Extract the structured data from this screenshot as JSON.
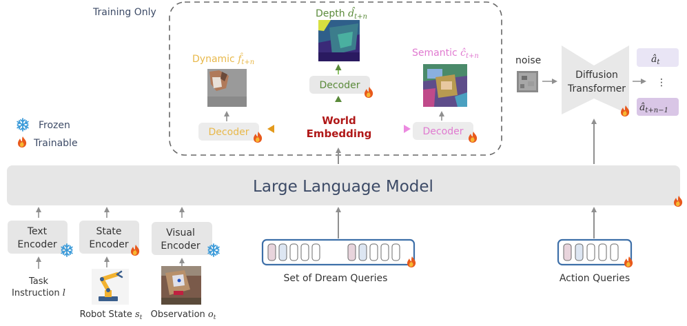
{
  "training_only_label": "Training Only",
  "legend": {
    "frozen_label": "Frozen",
    "trainable_label": "Trainable"
  },
  "depth": {
    "label_prefix": "Depth ",
    "symbol": "d̂",
    "subscript": "t+n"
  },
  "dynamic": {
    "label_prefix": "Dynamic ",
    "symbol": "f̂",
    "subscript": "t+n"
  },
  "semantic": {
    "label_prefix": "Semantic ",
    "symbol": "ĉ",
    "subscript": "t+n"
  },
  "decoder_label": "Decoder",
  "world_embedding": {
    "line1": "World",
    "line2": "Embedding"
  },
  "noise_label": "noise",
  "diffusion_transformer": {
    "line1": "Diffusion",
    "line2": "Transformer"
  },
  "actions": {
    "first_symbol": "â",
    "first_sub": "t",
    "ellipsis": "⋮",
    "last_symbol": "â",
    "last_sub": "t+n−1"
  },
  "llm_label": "Large Language Model",
  "encoders": {
    "text": {
      "line1": "Text",
      "line2": "Encoder"
    },
    "state": {
      "line1": "State",
      "line2": "Encoder"
    },
    "visual": {
      "line1": "Visual",
      "line2": "Encoder"
    }
  },
  "inputs": {
    "task_line1": "Task",
    "task_line2": "Instruction ",
    "task_symbol": "l",
    "robot_state": "Robot State ",
    "robot_state_symbol": "s",
    "robot_state_sub": "t",
    "observation": "Observation ",
    "observation_symbol": "o",
    "observation_sub": "t"
  },
  "dream_queries_label": "Set of Dream Queries",
  "action_queries_label": "Action Queries",
  "colors": {
    "depth": "#5a8a3a",
    "dynamic": "#e8b84a",
    "semantic": "#e07ad0",
    "world_embedding": "#b01818",
    "panel_gray": "#e6e6e6",
    "query_border": "#3d6fa8",
    "arrow_gray": "#8f8f8f"
  },
  "icons": [
    "snowflake-icon",
    "flame-icon",
    "robot-arm-icon",
    "noise-image-icon"
  ]
}
